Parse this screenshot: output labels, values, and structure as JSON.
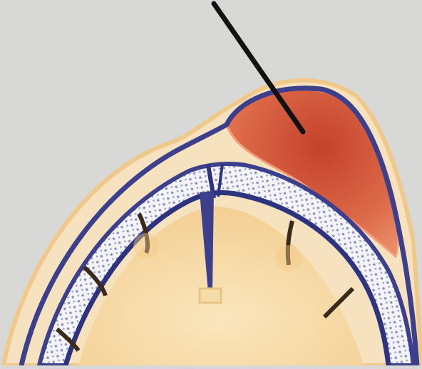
{
  "figure": {
    "caption_partial": "",
    "colors": {
      "background": "#d8d8d6",
      "brain": "#f6d9a6",
      "brain_edge": "#e9b978",
      "dura": "#3b3f8c",
      "skull_fill": "#f2f2f6",
      "skull_pattern": "#8a8fc0",
      "hematoma_outer": "#ffd7a0",
      "hematoma": "#d7583a",
      "hematoma_dark": "#b23a24",
      "pointer": "#111111"
    },
    "icons": [
      "scalp-layer",
      "skull-bone",
      "dura-mater",
      "brain-surface",
      "hematoma",
      "leader-line",
      "falx"
    ]
  }
}
